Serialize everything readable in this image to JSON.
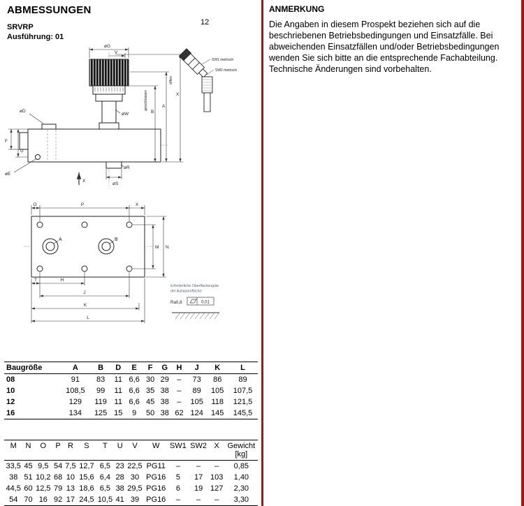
{
  "header": {
    "title": "ABMESSUNGEN",
    "model": "SRVRP",
    "version": "Ausführung: 01",
    "page_number": "12"
  },
  "anmerkung": {
    "title": "ANMERKUNG",
    "body": "Die Angaben in diesem Prospekt beziehen sich auf die beschriebenen Betriebsbedingungen und Einsatzfälle. Bei abweichenden Einsatzfällen und/oder Betriebsbedingungen wenden Sie sich bitte an die entsprechende Fachabteilung. Technische Änderungen sind vorbehalten."
  },
  "drawing": {
    "front": {
      "og": "øG",
      "v": "V",
      "b": "B",
      "a": "A",
      "x": "X",
      "geschlossen": "geschlossen",
      "offen": "offen",
      "od": "øD",
      "ow": "øW",
      "f": "F",
      "u": "U",
      "oe": "øE",
      "or": "øR",
      "os": "øS",
      "flow": "X"
    },
    "fitting": {
      "sw1": "SW1 metrisch",
      "sw2": "SW2 metrisch"
    },
    "plan": {
      "o": "O",
      "p": "P",
      "x": "X",
      "port_a": "A",
      "port_b": "B",
      "m": "M",
      "n": "N",
      "t": "T",
      "h": "H",
      "j": "J",
      "k": "K",
      "l": "L"
    },
    "surface": {
      "line1": "Erforderliche Oberflächengüte",
      "line2": "der Aufspannfläche:",
      "ra": "Ra0,8",
      "flatness": "0,01"
    }
  },
  "table1": {
    "headers": [
      "Baugröße",
      "A",
      "B",
      "D",
      "E",
      "F",
      "G",
      "H",
      "J",
      "K",
      "L"
    ],
    "rows": [
      [
        "08",
        "91",
        "83",
        "11",
        "6,6",
        "30",
        "29",
        "–",
        "73",
        "86",
        "89"
      ],
      [
        "10",
        "108,5",
        "99",
        "11",
        "6,6",
        "35",
        "38",
        "–",
        "89",
        "105",
        "107,5"
      ],
      [
        "12",
        "129",
        "119",
        "11",
        "6,6",
        "45",
        "38",
        "–",
        "105",
        "118",
        "121,5"
      ],
      [
        "16",
        "134",
        "125",
        "15",
        "9",
        "50",
        "38",
        "62",
        "124",
        "145",
        "145,5"
      ]
    ]
  },
  "table2": {
    "headers": [
      "M",
      "N",
      "O",
      "P",
      "R",
      "S",
      "T",
      "U",
      "V",
      "W",
      "SW1",
      "SW2",
      "X",
      "Gewicht\n[kg]"
    ],
    "rows": [
      [
        "33,5",
        "45",
        "9,5",
        "54",
        "7,5",
        "12,7",
        "6,5",
        "23",
        "22,5",
        "PG11",
        "–",
        "–",
        "–",
        "0,85"
      ],
      [
        "38",
        "51",
        "10,2",
        "68",
        "10",
        "15,6",
        "6,4",
        "28",
        "30",
        "PG16",
        "5",
        "17",
        "103",
        "1,40"
      ],
      [
        "44,5",
        "60",
        "12,5",
        "79",
        "13",
        "18,6",
        "6,5",
        "38",
        "29,5",
        "PG16",
        "6",
        "19",
        "127",
        "2,30"
      ],
      [
        "54",
        "70",
        "16",
        "92",
        "17",
        "24,5",
        "10,5",
        "41",
        "39",
        "PG16",
        "–",
        "–",
        "–",
        "3,30"
      ]
    ]
  }
}
